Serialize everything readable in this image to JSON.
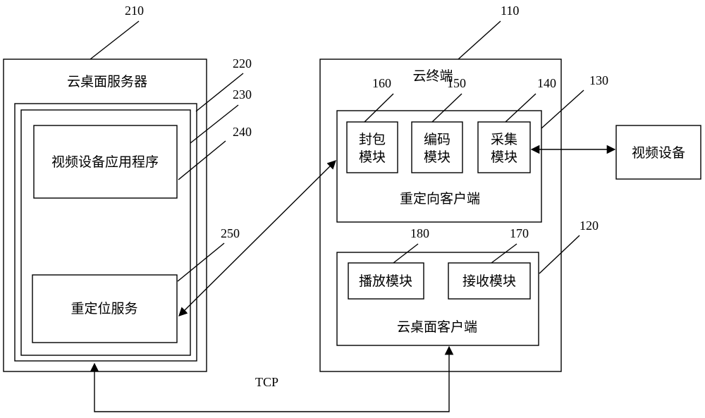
{
  "server": {
    "ref": "210",
    "title": "云桌面服务器",
    "ref_layer1": "220",
    "ref_layer2": "230",
    "app": {
      "ref": "240",
      "label": "视频设备应用程序"
    },
    "redirect_service": {
      "ref": "250",
      "label": "重定位服务"
    }
  },
  "terminal": {
    "ref": "110",
    "title": "云终端",
    "redirect_client": {
      "ref": "130",
      "label": "重定向客户端",
      "modules": [
        {
          "ref": "160",
          "line1": "封包",
          "line2": "模块"
        },
        {
          "ref": "150",
          "line1": "编码",
          "line2": "模块"
        },
        {
          "ref": "140",
          "line1": "采集",
          "line2": "模块"
        }
      ]
    },
    "desktop_client": {
      "ref": "120",
      "label": "云桌面客户端",
      "modules": [
        {
          "ref": "180",
          "label": "播放模块"
        },
        {
          "ref": "170",
          "label": "接收模块"
        }
      ]
    }
  },
  "video_device": {
    "label": "视频设备"
  },
  "connection": {
    "label": "TCP"
  }
}
